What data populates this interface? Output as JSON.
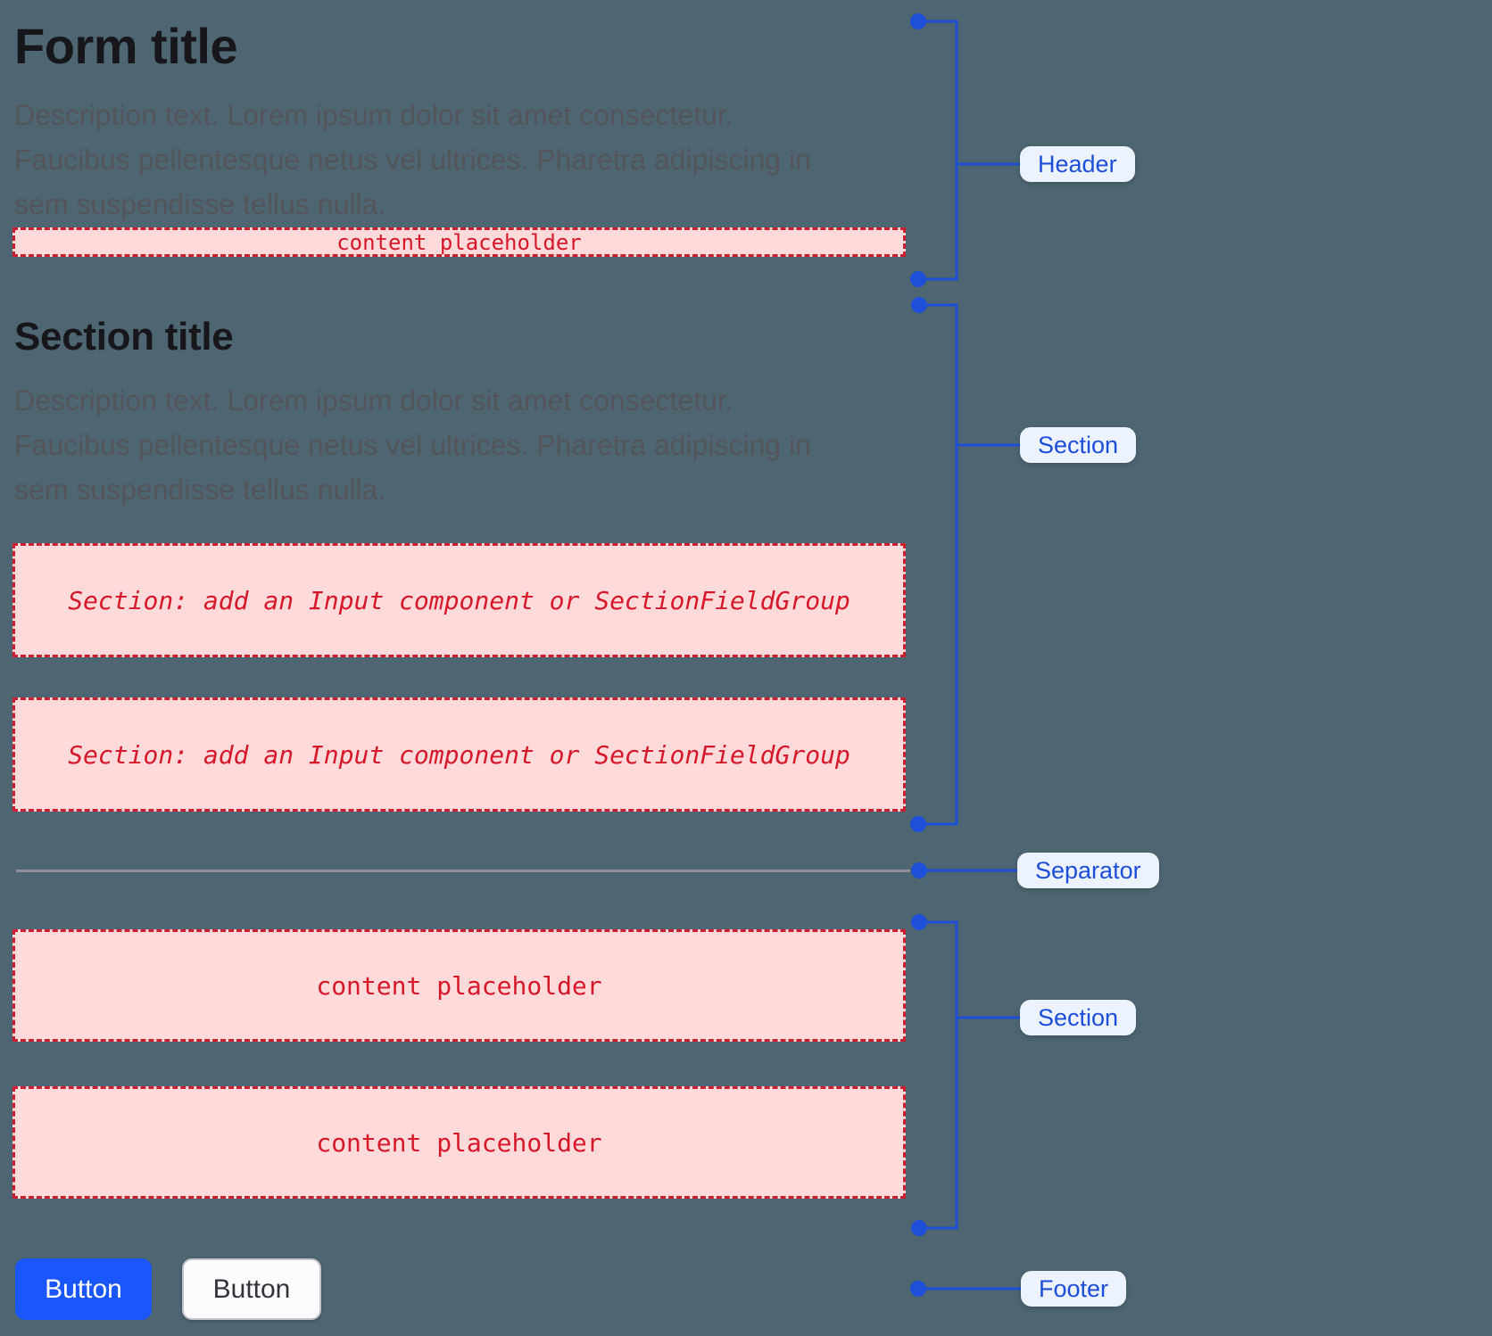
{
  "colors": {
    "page_bg": "#4D6671",
    "annotation_blue": "#1D4FD8",
    "annotation_label_bg": "#EDF3FE",
    "annotation_label_text": "#1D4ED8",
    "placeholder_bg": "#FFDADA",
    "placeholder_border": "#CB1F2F",
    "placeholder_text": "#D6182B",
    "primary_button_bg": "#1A56FB",
    "separator_line": "#8F8F97"
  },
  "form": {
    "title": "Form title",
    "description": "Description text. Lorem ipsum dolor sit amet consectetur.\nFaucibus pellentesque netus vel ultrices. Pharetra adipiscing in\nsem suspendisse tellus nulla.",
    "header_slot": "content placeholder",
    "section": {
      "title": "Section title",
      "description": "Description text. Lorem ipsum dolor sit amet consectetur.\nFaucibus pellentesque netus vel ultrices. Pharetra adipiscing in\nsem suspendisse tellus nulla.",
      "slot1": "Section: add an Input component or SectionFieldGroup",
      "slot2": "Section: add an Input component or SectionFieldGroup"
    },
    "bottom_section": {
      "slot1": "content placeholder",
      "slot2": "content placeholder"
    },
    "footer": {
      "primary_label": "Button",
      "secondary_label": "Button"
    }
  },
  "annotations": {
    "header": "Header",
    "section_top": "Section",
    "separator": "Separator",
    "section_bottom": "Section",
    "footer": "Footer"
  }
}
